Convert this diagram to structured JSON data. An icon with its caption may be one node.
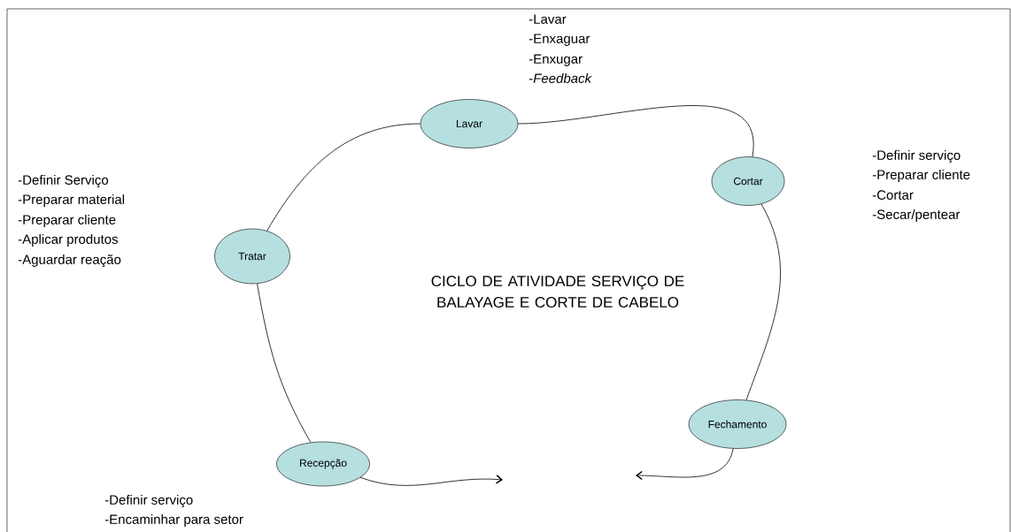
{
  "diagram": {
    "title": "CICLO DE ATIVIDADE SERVIÇO DE BALAYAGE E CORTE DE CABELO",
    "nodes": [
      {
        "text": [
          "Lavar"
        ],
        "beside": [
          "-Lavar",
          "-Enxaguar",
          "-Enxugar",
          "-*Feedback*"
        ]
      },
      {
        "text": [
          "Cortar"
        ],
        "beside": [
          "-Definir serviço",
          "-Preparar cliente",
          "-Cortar",
          "-Secar/pentear"
        ]
      },
      {
        "text": [
          "Tratar"
        ],
        "beside": [
          "-Definir Serviço",
          "-Preparar material",
          "-Preparar cliente",
          "-Aplicar produtos",
          "-Aguardar reação"
        ]
      },
      {
        "text": [
          "Recepção"
        ],
        "beside": [
          "-Definir serviço",
          "-Encaminhar para setor"
        ]
      },
      {
        "text": [
          "Fechamento"
        ]
      }
    ],
    "edges": [
      {
        "from": 3,
        "to": 2,
        "arrow": "none"
      },
      {
        "from": 2,
        "to": 0,
        "arrow": "none"
      },
      {
        "from": 0,
        "to": 1,
        "arrow": "none"
      },
      {
        "from": 1,
        "to": 4,
        "arrow": "none"
      },
      {
        "from": 3,
        "to": null,
        "arrow": "to"
      },
      {
        "from": 4,
        "to": null,
        "arrow": "to"
      }
    ]
  }
}
